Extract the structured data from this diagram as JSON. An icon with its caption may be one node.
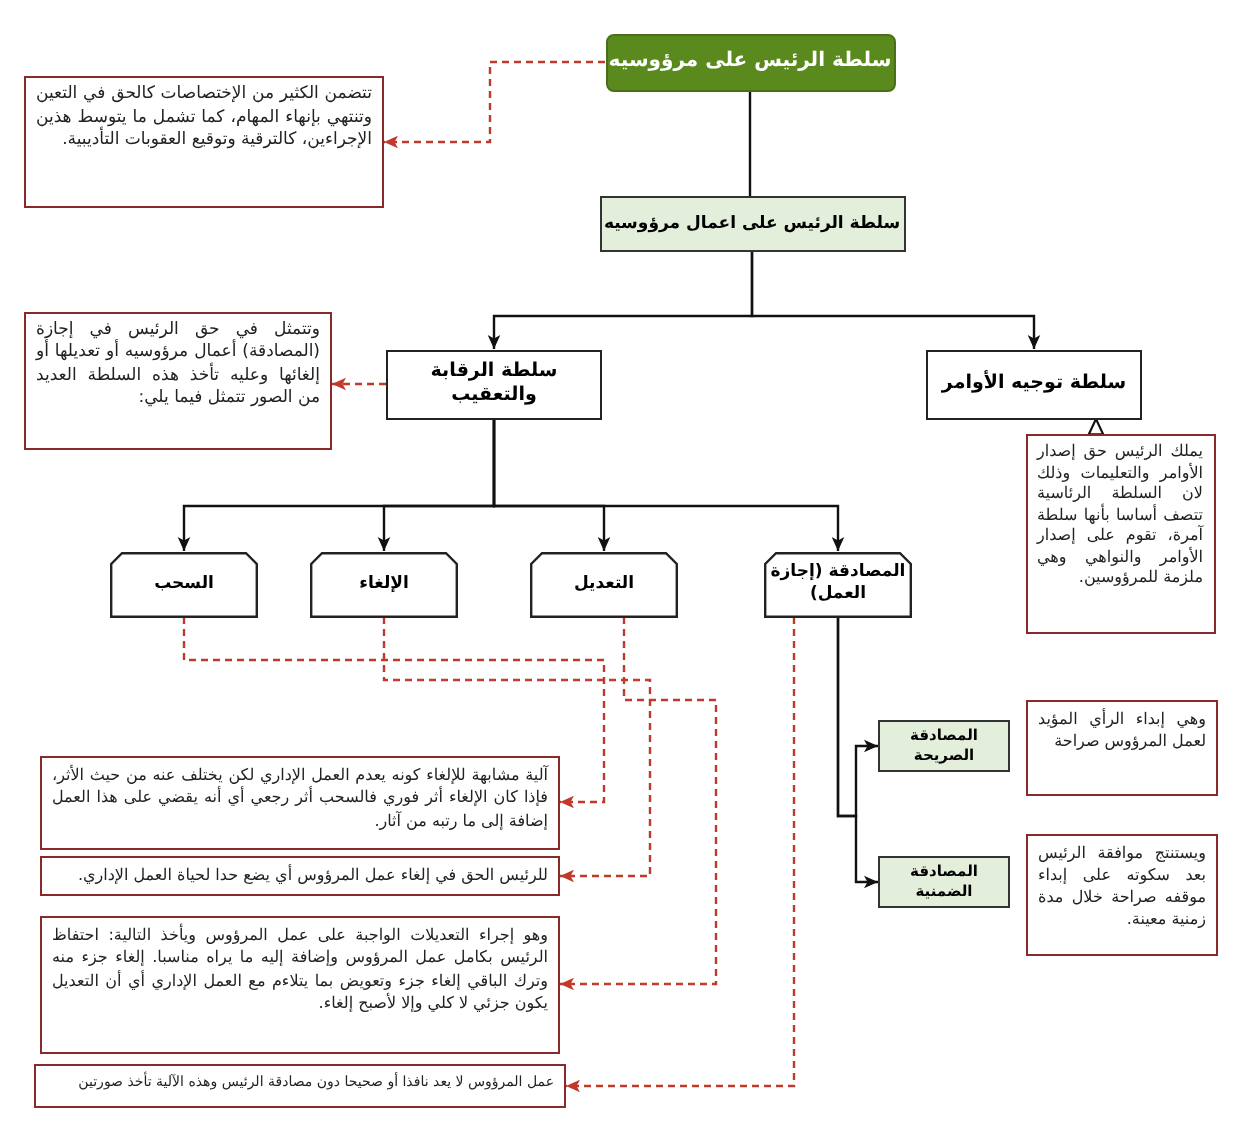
{
  "diagram": {
    "nodes": [
      {
        "text": [
          "سلطة الرئيس على مرؤوسيه"
        ]
      },
      {
        "text": [
          "تتضمن الكثير من الإختصاصات كالحق في التعين وتنتهي بإنهاء المهام، كما تشمل ما يتوسط هذين الإجراءين، كالترقية وتوقيع العقوبات التأديبية."
        ]
      },
      {
        "text": [
          "سلطة الرئيس على اعمال مرؤوسيه"
        ]
      },
      {
        "text": [
          "سلطة الرقابة والتعقيب"
        ]
      },
      {
        "text": [
          "سلطة توجيه الأوامر"
        ]
      },
      {
        "text": [
          "وتتمثل في حق الرئيس في إجازة (المصادقة) أعمال مرؤوسيه أو تعديلها أو إلغائها وعليه تأخذ هذه السلطة العديد من الصور تتمثل فيما يلي:"
        ]
      },
      {
        "text": [
          "يملك الرئيس حق إصدار الأوامر والتعليمات وذلك لان السلطة الرئاسية تتصف أساسا بأنها سلطة آمرة، تقوم على إصدار الأوامر والنواهي وهي ملزمة للمرؤوسين."
        ]
      },
      {
        "text": [
          "السحب"
        ]
      },
      {
        "text": [
          "الإلغاء"
        ]
      },
      {
        "text": [
          "التعديل"
        ]
      },
      {
        "text": [
          "المصادقة (إجازة العمل)"
        ]
      },
      {
        "text": [
          "المصادقة الصريحة"
        ]
      },
      {
        "text": [
          "المصادقة الضمنية"
        ]
      },
      {
        "text": [
          "وهي إبداء الرأي المؤيد لعمل المرؤوس صراحة"
        ]
      },
      {
        "text": [
          "ويستنتج موافقة الرئيس بعد سكوته على إبداء موقفه صراحة خلال مدة زمنية معينة."
        ]
      },
      {
        "text": [
          "آلية مشابهة للإلغاء كونه يعدم العمل الإداري لكن يختلف عنه من حيث الأثر، فإذا كان الإلغاء أثر فوري فالسحب أثر رجعي أي أنه يقضي على هذا العمل إضافة إلى ما رتبه من آثار."
        ]
      },
      {
        "text": [
          "للرئيس الحق في إلغاء عمل المرؤوس أي يضع حدا لحياة العمل الإداري."
        ]
      },
      {
        "text": [
          "وهو إجراء التعديلات الواجبة على عمل المرؤوس ويأخذ التالية: احتفاظ الرئيس بكامل عمل المرؤوس وإضافة إليه ما يراه مناسبا. إلغاء جزء منه وترك الباقي إلغاء جزء وتعويض بما يتلاءم مع العمل الإداري أي أن التعديل يكون جزئي لا كلي وإلا لأصبح إلغاء."
        ]
      },
      {
        "text": [
          "عمل المرؤوس لا يعد نافذا أو صحيحا دون مصادقة الرئيس وهذه الآلية تأخذ صورتين"
        ]
      }
    ],
    "edges": [
      {
        "from": 0,
        "to": 2,
        "arrow": "none"
      },
      {
        "from": 0,
        "to": 1,
        "arrow": "to",
        "style": "dashed",
        "color": "#c0392b"
      },
      {
        "from": 2,
        "to": 4,
        "arrow": "to"
      },
      {
        "from": 2,
        "to": 3,
        "arrow": "to"
      },
      {
        "from": 3,
        "to": 5,
        "arrow": "to",
        "style": "dashed",
        "color": "#c0392b"
      },
      {
        "from": 6,
        "to": 4,
        "arrow": "to"
      },
      {
        "from": 3,
        "to": 10,
        "arrow": "to"
      },
      {
        "from": 3,
        "to": 9,
        "arrow": "to"
      },
      {
        "from": 3,
        "to": 8,
        "arrow": "to"
      },
      {
        "from": 3,
        "to": 7,
        "arrow": "to"
      },
      {
        "from": 10,
        "to": 11,
        "arrow": "to"
      },
      {
        "from": 10,
        "to": 12,
        "arrow": "to"
      },
      {
        "from": 7,
        "to": 15,
        "arrow": "to",
        "style": "dashed",
        "color": "#c0392b"
      },
      {
        "from": 8,
        "to": 16,
        "arrow": "to",
        "style": "dashed",
        "color": "#c0392b"
      },
      {
        "from": 9,
        "to": 17,
        "arrow": "to",
        "style": "dashed",
        "color": "#c0392b"
      },
      {
        "from": 10,
        "to": 18,
        "arrow": "to",
        "style": "dashed",
        "color": "#c0392b"
      }
    ]
  }
}
